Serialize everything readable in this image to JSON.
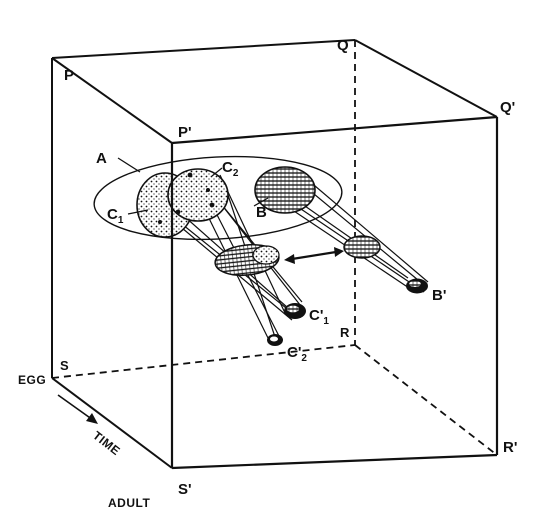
{
  "labels": {
    "P": "P",
    "Q": "Q",
    "P_prime": "P'",
    "Q_prime": "Q'",
    "R": "R",
    "R_prime": "R'",
    "S": "S",
    "S_prime": "S'",
    "A": "A",
    "B": "B",
    "C1": "C",
    "C1_sub": "1",
    "C2": "C",
    "C2_sub": "2",
    "C1_prime": "C'",
    "C1_prime_sub": "1",
    "C2_prime": "C'",
    "C2_prime_sub": "2",
    "B_prime": "B'",
    "egg": "EGG",
    "time": "TIME",
    "adult": "ADULT"
  },
  "colors": {
    "ink": "#111111",
    "paper": "#ffffff"
  }
}
